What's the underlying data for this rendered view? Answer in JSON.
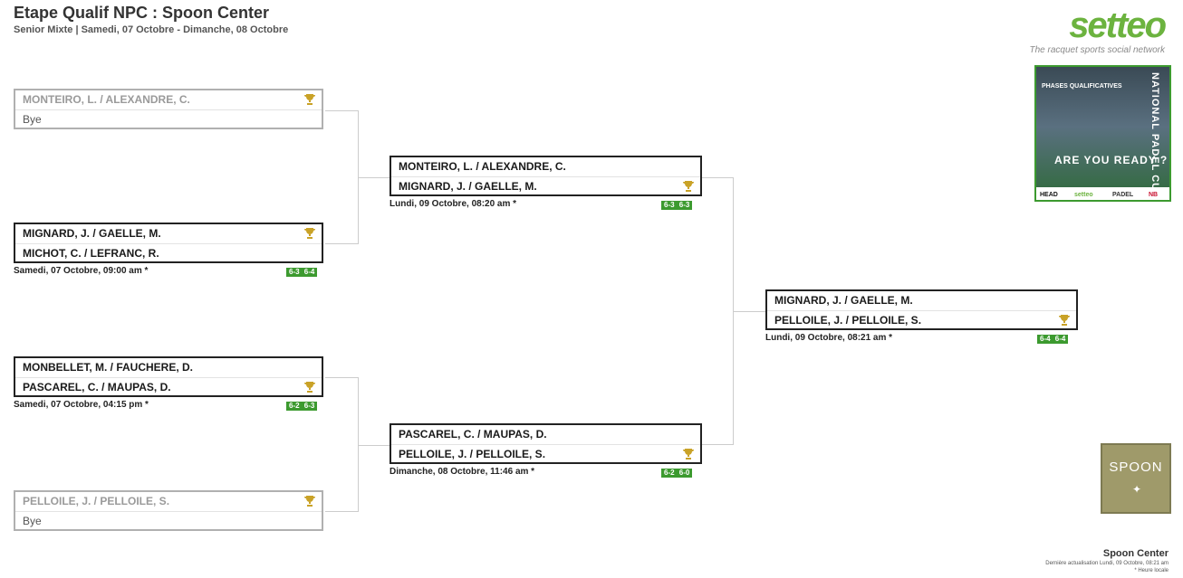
{
  "header": {
    "title": "Etape Qualif NPC : Spoon Center",
    "subtitle": "Senior Mixte | Samedi, 07 Octobre - Dimanche, 08 Octobre"
  },
  "logo": {
    "brand": "setteo",
    "tagline": "The racquet sports social network"
  },
  "poster": {
    "phases": "PHASES QUALIFICATIVES",
    "tagline": "ARE YOU READY ?",
    "vertical": "NATIONAL PADEL CUP",
    "sponsors": [
      "HEAD",
      "setteo",
      "PADEL",
      "NB"
    ]
  },
  "venue_logo": {
    "name": "SPOON"
  },
  "trophy_color": "#c9a227",
  "score_color": "#3c9a2f",
  "rounds": {
    "r1": [
      {
        "team1": "MONTEIRO, L. / ALEXANDRE, C.",
        "team2": "Bye",
        "winner": 1,
        "bye": true
      },
      {
        "team1": "MIGNARD, J. / GAELLE, M.",
        "team2": "MICHOT, C. / LEFRANC, R.",
        "winner": 1,
        "time": "Samedi, 07 Octobre, 09:00 am *",
        "score": "6-3 6-4"
      },
      {
        "team1": "MONBELLET, M. / FAUCHERE, D.",
        "team2": "PASCAREL, C. / MAUPAS, D.",
        "winner": 2,
        "time": "Samedi, 07 Octobre, 04:15 pm *",
        "score": "6-2 6-3"
      },
      {
        "team1": "PELLOILE, J. / PELLOILE, S.",
        "team2": "Bye",
        "winner": 1,
        "bye": true
      }
    ],
    "r2": [
      {
        "team1": "MONTEIRO, L. / ALEXANDRE, C.",
        "team2": "MIGNARD, J. / GAELLE, M.",
        "winner": 2,
        "time": "Lundi, 09 Octobre, 08:20 am *",
        "score": "6-3 6-3"
      },
      {
        "team1": "PASCAREL, C. / MAUPAS, D.",
        "team2": "PELLOILE, J. / PELLOILE, S.",
        "winner": 2,
        "time": "Dimanche, 08 Octobre, 11:46 am *",
        "score": "6-2 6-0"
      }
    ],
    "final": [
      {
        "team1": "MIGNARD, J. / GAELLE, M.",
        "team2": "PELLOILE, J. / PELLOILE, S.",
        "winner": 2,
        "time": "Lundi, 09 Octobre, 08:21 am *",
        "score": "6-4 6-4"
      }
    ]
  },
  "footer": {
    "center": "Spoon Center",
    "updated": "Dernière actualisation Lundi, 09 Octobre, 08:21 am",
    "note": "* Heure locale"
  }
}
